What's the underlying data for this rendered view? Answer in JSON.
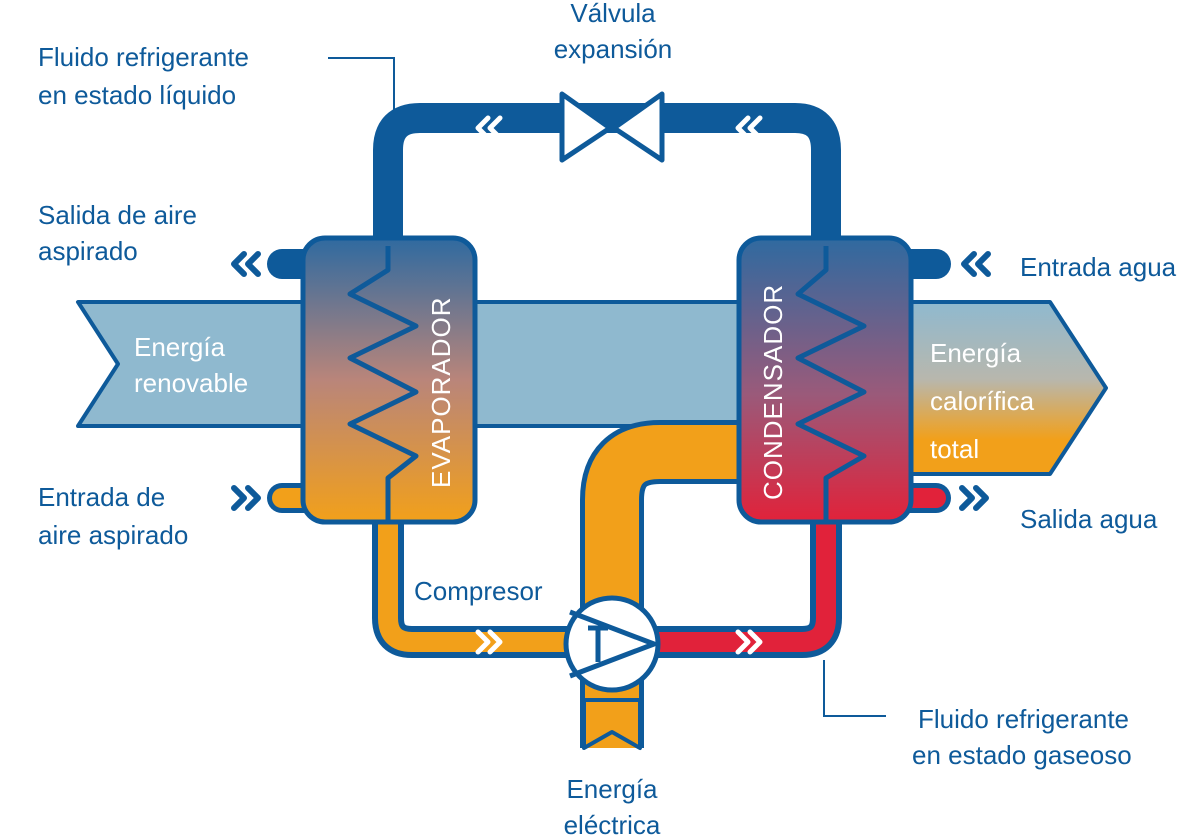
{
  "colors": {
    "pipe_blue": "#0e5a9a",
    "pipe_orange": "#f2a01a",
    "pipe_red": "#e1223a",
    "energy_band": "#8fb9cf",
    "label_text": "#0e5a9a"
  },
  "icons": {
    "flow_arrow": "double-chevron-icon",
    "valve": "expansion-valve-icon",
    "pump": "compressor-pump-icon",
    "coil": "zigzag-coil-icon"
  },
  "labels": {
    "valvula_line1": "Válvula",
    "valvula_line2": "expansión",
    "fluido_liquido_line1": "Fluido refrigerante",
    "fluido_liquido_line2": "en estado líquido",
    "salida_aire_line1": "Salida de aire",
    "salida_aire_line2": "aspirado",
    "entrada_agua": "Entrada agua",
    "energia_renovable_line1": "Energía",
    "energia_renovable_line2": "renovable",
    "energia_calorifica_line1": "Energía",
    "energia_calorifica_line2": "calorífica",
    "energia_calorifica_line3": "total",
    "evaporador": "EVAPORADOR",
    "condensador": "CONDENSADOR",
    "entrada_aire_line1": "Entrada de",
    "entrada_aire_line2": "aire aspirado",
    "salida_agua": "Salida agua",
    "compresor": "Compresor",
    "fluido_gaseoso_line1": "Fluido refrigerante",
    "fluido_gaseoso_line2": "en estado gaseoso",
    "energia_electrica_line1": "Energía",
    "energia_electrica_line2": "eléctrica"
  }
}
